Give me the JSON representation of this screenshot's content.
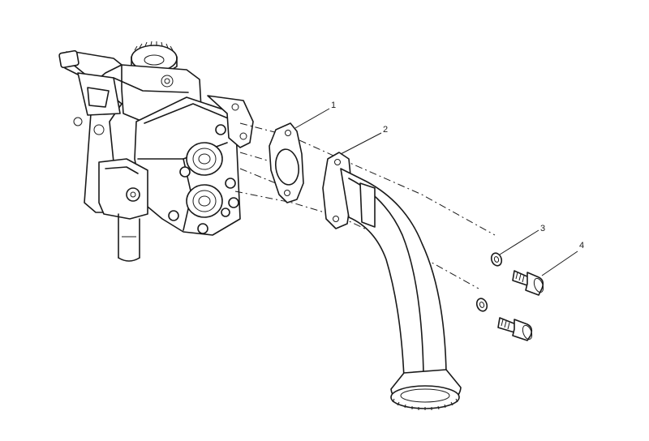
{
  "diagram": {
    "callouts": [
      {
        "id": "1",
        "label": "1",
        "part": "gasket"
      },
      {
        "id": "2",
        "label": "2",
        "part": "suction-pipe"
      },
      {
        "id": "3",
        "label": "3",
        "part": "washer"
      },
      {
        "id": "4",
        "label": "4",
        "part": "bolt"
      }
    ]
  }
}
